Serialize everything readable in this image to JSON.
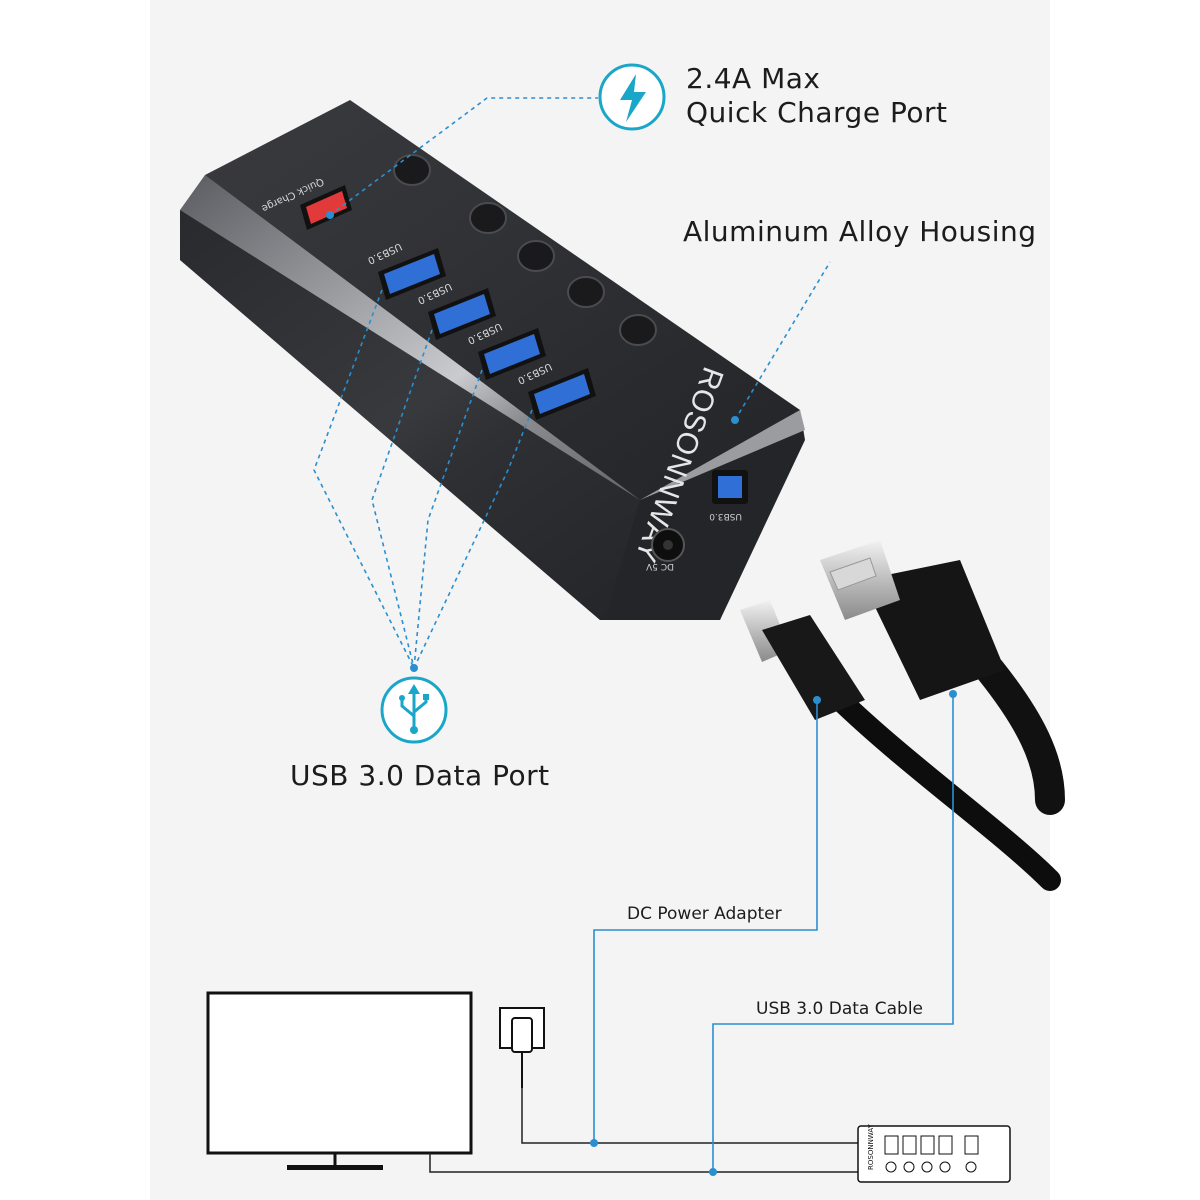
{
  "callouts": {
    "quick_charge_line1": "2.4A Max",
    "quick_charge_line2": "Quick Charge Port",
    "housing": "Aluminum Alloy Housing",
    "data_port": "USB 3.0 Data Port",
    "dc_adapter": "DC Power Adapter",
    "data_cable": "USB 3.0 Data Cable"
  },
  "hub": {
    "brand": "ROSONNWAY",
    "port_label": "USB3.0",
    "quick_charge_label": "Quick Charge",
    "power_jack_label": "DC 5V",
    "upstream_label": "USB3.0",
    "data_port_count": 4,
    "switch_count": 5
  },
  "icons": {
    "quick_charge": "lightning-bolt-icon",
    "data_port": "usb-trident-icon"
  },
  "colors": {
    "accent": "#1aa6c8",
    "dash_line": "#2a8fd0",
    "usb_blue": "#2f6fd6",
    "quick_charge_red": "#e23a3a",
    "hub_body": "#2b2c2f"
  }
}
